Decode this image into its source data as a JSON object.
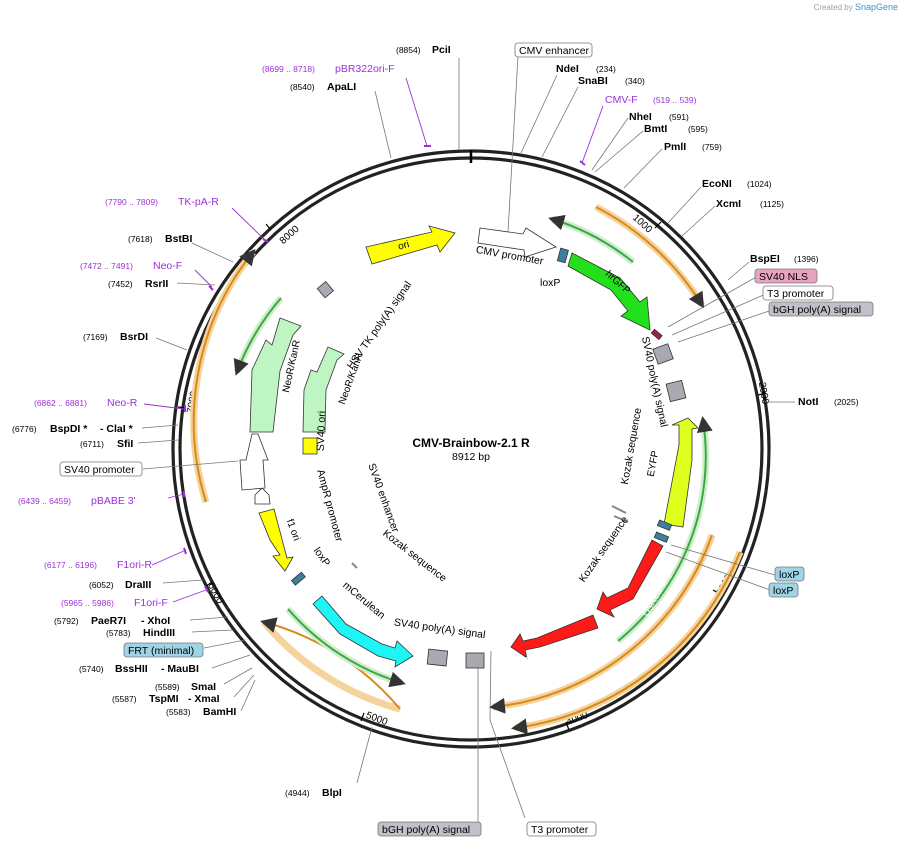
{
  "credit": {
    "prefix": "Created by",
    "brand": "SnapGene"
  },
  "plasmid": {
    "name": "CMV-Brainbow-2.1 R",
    "length_label": "8912 bp"
  },
  "ticks": [
    "1000",
    "2000",
    "3000",
    "4000",
    "5000",
    "6000",
    "7000",
    "8000"
  ],
  "sites_right": [
    {
      "name": "PciI",
      "pos": "(8854)"
    },
    {
      "name": "NdeI",
      "pos": "(234)"
    },
    {
      "name": "SnaBI",
      "pos": "(340)"
    },
    {
      "name": "NheI",
      "pos": "(591)"
    },
    {
      "name": "BmtI",
      "pos": "(595)"
    },
    {
      "name": "PmlI",
      "pos": "(759)"
    },
    {
      "name": "EcoNI",
      "pos": "(1024)"
    },
    {
      "name": "XcmI",
      "pos": "(1125)"
    },
    {
      "name": "BspEI",
      "pos": "(1396)"
    },
    {
      "name": "NotI",
      "pos": "(2025)"
    }
  ],
  "sites_left": [
    {
      "name": "ApaLI",
      "pos": "(8540)"
    },
    {
      "name": "BstBI",
      "pos": "(7618)"
    },
    {
      "name": "RsrII",
      "pos": "(7452)"
    },
    {
      "name": "BsrDI",
      "pos": "(7169)"
    },
    {
      "name": "BspDI *",
      "name2": "- ClaI *",
      "pos": "(6776)"
    },
    {
      "name": "SfiI",
      "pos": "(6711)"
    },
    {
      "name": "DraIII",
      "pos": "(6052)"
    },
    {
      "name": "PaeR7I",
      "name2": "- XhoI",
      "pos": "(5792)"
    },
    {
      "name": "HindIII",
      "pos": "(5783)"
    },
    {
      "name": "BssHII",
      "name2": "- MauBI",
      "pos": "(5740)"
    },
    {
      "name": "SmaI",
      "pos": "(5589)"
    },
    {
      "name": "TspMI",
      "name2": "- XmaI",
      "pos": "(5587)"
    },
    {
      "name": "BamHI",
      "pos": "(5583)"
    },
    {
      "name": "BlpI",
      "pos": "(4944)"
    }
  ],
  "primers": [
    {
      "name": "pBR322ori-F",
      "pos": "(8699 .. 8718)"
    },
    {
      "name": "CMV-F",
      "pos": "(519 .. 539)"
    },
    {
      "name": "TK-pA-R",
      "pos": "(7790 .. 7809)"
    },
    {
      "name": "Neo-F",
      "pos": "(7472 .. 7491)"
    },
    {
      "name": "Neo-R",
      "pos": "(6862 .. 6881)"
    },
    {
      "name": "pBABE 3'",
      "pos": "(6439 .. 6459)"
    },
    {
      "name": "F1ori-R",
      "pos": "(6177 .. 6196)"
    },
    {
      "name": "F1ori-F",
      "pos": "(5965 .. 5986)"
    }
  ],
  "boxed": [
    {
      "label": "CMV enhancer",
      "color": "#ffffff"
    },
    {
      "label": "SV40 NLS",
      "color": "#e8a3c0"
    },
    {
      "label": "T3 promoter",
      "color": "#ffffff"
    },
    {
      "label": "bGH poly(A) signal",
      "color": "#c0c0c8"
    },
    {
      "label": "SV40 promoter",
      "color": "#ffffff"
    },
    {
      "label": "loxP",
      "color": "#9fd3e6"
    },
    {
      "label": "loxP",
      "color": "#9fd3e6"
    },
    {
      "label": "FRT (minimal)",
      "color": "#9fd3e6"
    },
    {
      "label": "bGH poly(A) signal",
      "color": "#c0c0c8"
    },
    {
      "label": "T3 promoter",
      "color": "#ffffff"
    }
  ],
  "features": [
    {
      "label": "ori",
      "color": "#ffff00"
    },
    {
      "label": "CMV promoter",
      "color": "#ffffff"
    },
    {
      "label": "loxP",
      "color": "#3e7f9b"
    },
    {
      "label": "hrGFP",
      "color": "#22e01a"
    },
    {
      "label": "SV40 poly(A) signal",
      "color": "#a9a9b1"
    },
    {
      "label": "EYFP",
      "color": "#dfff1f"
    },
    {
      "label": "Kozak sequence",
      "color": "#a9a9b1"
    },
    {
      "label": "Kozak sequence",
      "color": "#a9a9b1"
    },
    {
      "label": "DsRed-Express",
      "color": "#ff1a1a"
    },
    {
      "label": "DsRed-Express",
      "color": "#ff1a1a"
    },
    {
      "label": "SV40 poly(A) signal",
      "color": "#a9a9b1"
    },
    {
      "label": "mCerulean",
      "color": "#1cf6f6"
    },
    {
      "label": "loxP",
      "color": "#3e7f9b"
    },
    {
      "label": "Kozak sequence",
      "color": "#a9a9b1"
    },
    {
      "label": "f1 ori",
      "color": "#ffff00"
    },
    {
      "label": "AmpR promoter",
      "color": "#ffffff"
    },
    {
      "label": "SV40 enhancer",
      "color": "#ffffff"
    },
    {
      "label": "SV40 ori",
      "color": "#ffff00"
    },
    {
      "label": "NeoR/KanR",
      "color": "#bff5c3"
    },
    {
      "label": "NeoR/KanR",
      "color": "#bff5c3"
    },
    {
      "label": "HSV TK poly(A) signal",
      "color": "#a9a9b1"
    }
  ],
  "colors": {
    "orf": "#f0a83a",
    "orf_green": "#3aa84a",
    "backbone": "#222222",
    "primer": "#9b30d9"
  }
}
